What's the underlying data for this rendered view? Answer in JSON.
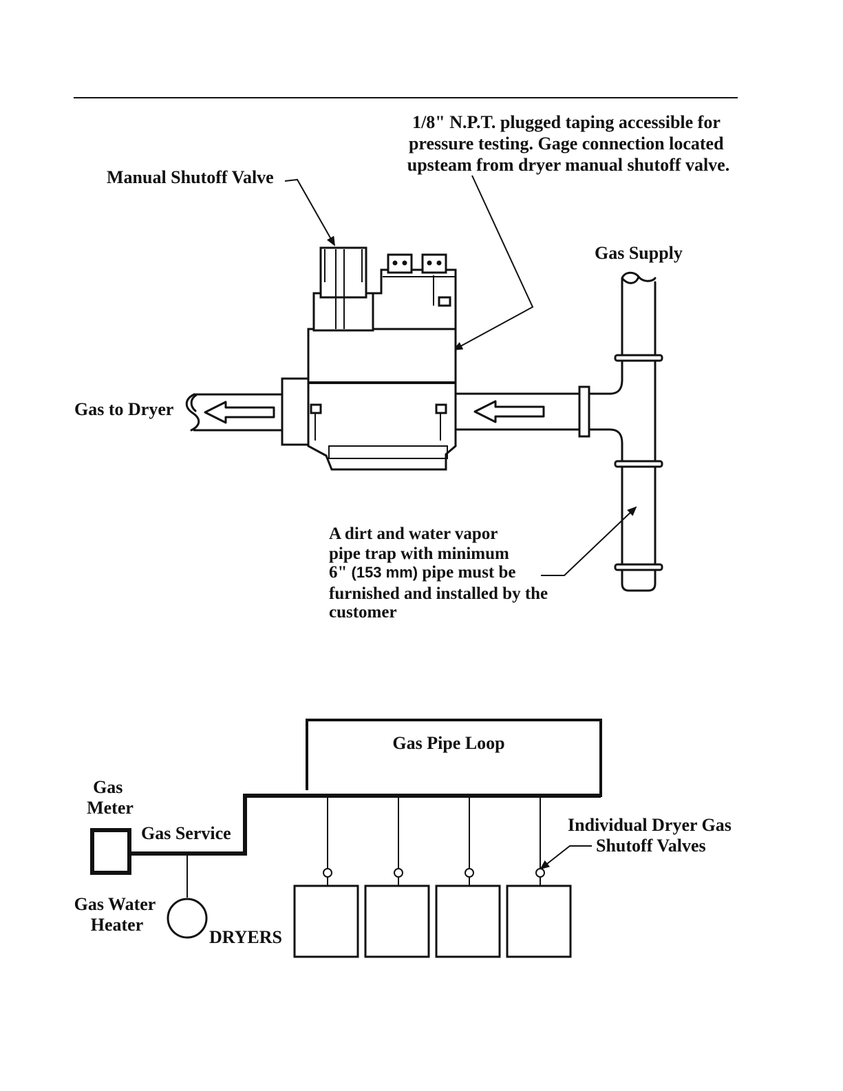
{
  "valve_diagram": {
    "npt_note": [
      "1/8\" N.P.T. plugged taping accessible for",
      "pressure testing.  Gage connection located",
      "upsteam from dryer manual shutoff valve."
    ],
    "manual_shutoff_label": "Manual Shutoff Valve",
    "gas_supply_label": "Gas Supply",
    "gas_to_dryer_label": "Gas to Dryer",
    "trap_note": {
      "line1": "A dirt and water vapor",
      "line2": "pipe trap with minimum",
      "line3_prefix": "6\"",
      "line3_metric": " (153 mm)",
      "line3_suffix": " pipe must be",
      "line4": "furnished and installed by the",
      "line5": "customer"
    }
  },
  "loop_diagram": {
    "pipe_loop_label": "Gas Pipe Loop",
    "gas_meter_label": [
      "Gas",
      "Meter"
    ],
    "gas_service_label": "Gas Service",
    "water_heater_label": [
      "Gas Water",
      "Heater"
    ],
    "dryers_label": "DRYERS",
    "shutoff_valves_label": [
      "Individual Dryer Gas",
      "Shutoff Valves"
    ],
    "dryer_count": 4
  }
}
